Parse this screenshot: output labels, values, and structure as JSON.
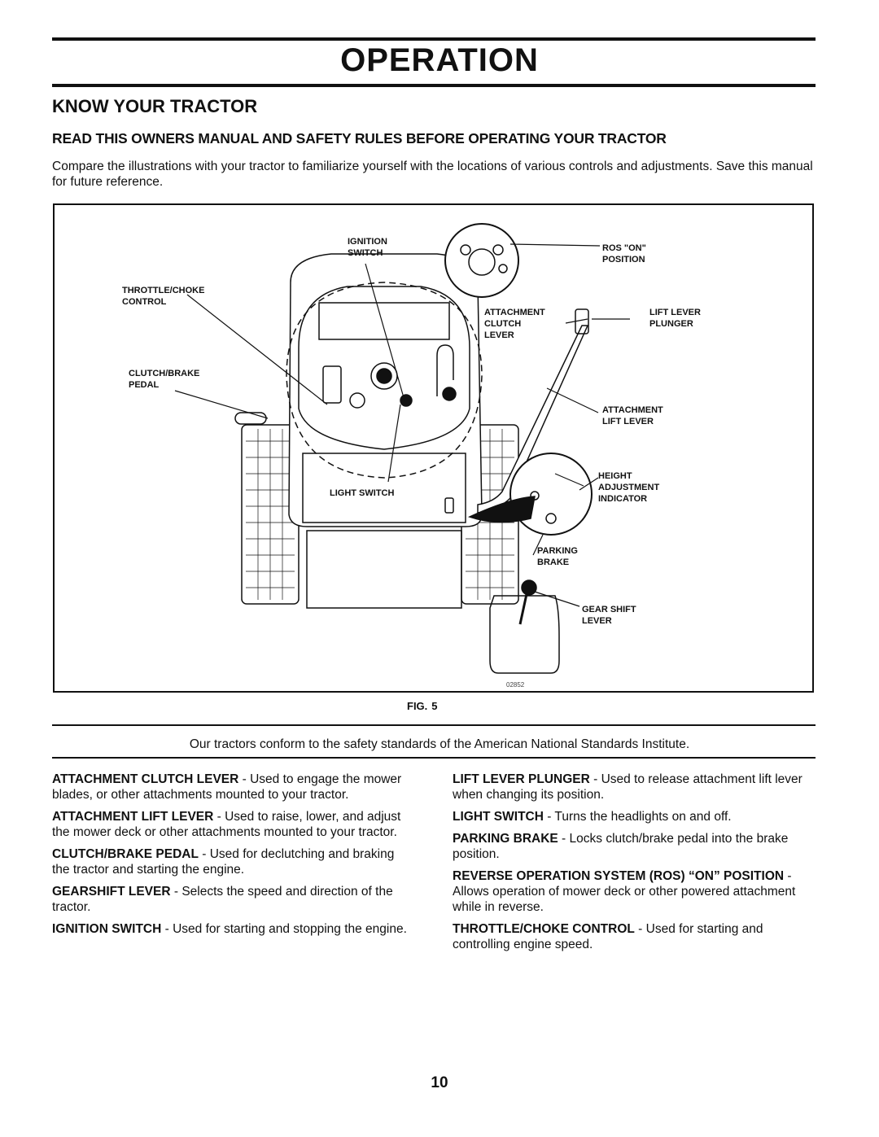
{
  "header": {
    "title": "OPERATION"
  },
  "section_title": "KNOW YOUR TRACTOR",
  "subhead": "READ THIS OWNERS MANUAL AND SAFETY RULES BEFORE OPERATING YOUR TRACTOR",
  "intro": "Compare the illustrations with your tractor to familiarize yourself with the locations of various controls and adjustments. Save this manual for future reference.",
  "figure": {
    "callouts": {
      "ignition_switch": "IGNITION\nSWITCH",
      "ros_on_position": "ROS \"ON\"\nPOSITION",
      "throttle_choke_control": "THROTTLE/CHOKE\nCONTROL",
      "attachment_clutch_lever": "ATTACHMENT\nCLUTCH\nLEVER",
      "lift_lever_plunger": "LIFT LEVER\nPLUNGER",
      "clutch_brake_pedal": "CLUTCH/BRAKE\nPEDAL",
      "attachment_lift_lever": "ATTACHMENT\nLIFT LEVER",
      "height_adjustment_indicator": "HEIGHT\nADJUSTMENT\nINDICATOR",
      "light_switch": "LIGHT SWITCH",
      "parking_brake": "PARKING\nBRAKE",
      "gear_shift_lever": "GEAR SHIFT\nLEVER"
    },
    "drawing_code": "02852",
    "label": "FIG.",
    "number": "5"
  },
  "conformance": "Our tractors conform to the safety standards of the American National Standards Institute.",
  "descriptions_left": [
    {
      "term": "ATTACHMENT CLUTCH LEVER",
      "text": " - Used to engage the mower blades, or other attachments mounted to your tractor."
    },
    {
      "term": "ATTACHMENT LIFT LEVER",
      "text": " - Used to raise, lower, and adjust the mower deck or other attachments mounted to your tractor."
    },
    {
      "term": "CLUTCH/BRAKE PEDAL",
      "text": " - Used for declutching and braking the tractor and starting the engine."
    },
    {
      "term": "GEARSHIFT LEVER",
      "text": " - Selects the speed and direction of the tractor."
    },
    {
      "term": "IGNITION SWITCH",
      "text": " - Used for starting and stopping the engine."
    }
  ],
  "descriptions_right": [
    {
      "term": "LIFT LEVER PLUNGER",
      "text": " - Used to release attachment lift lever when changing its position."
    },
    {
      "term": "LIGHT SWITCH",
      "text": " - Turns the headlights on and off."
    },
    {
      "term": "PARKING BRAKE",
      "text": " - Locks clutch/brake pedal into the brake position."
    },
    {
      "term": "REVERSE OPERATION SYSTEM (ROS) “ON” POSITION",
      "text": " - Allows operation of mower deck or other powered attachment while in reverse."
    },
    {
      "term": "THROTTLE/CHOKE CONTROL",
      "text": " - Used for starting and controlling engine speed."
    }
  ],
  "page_number": "10"
}
